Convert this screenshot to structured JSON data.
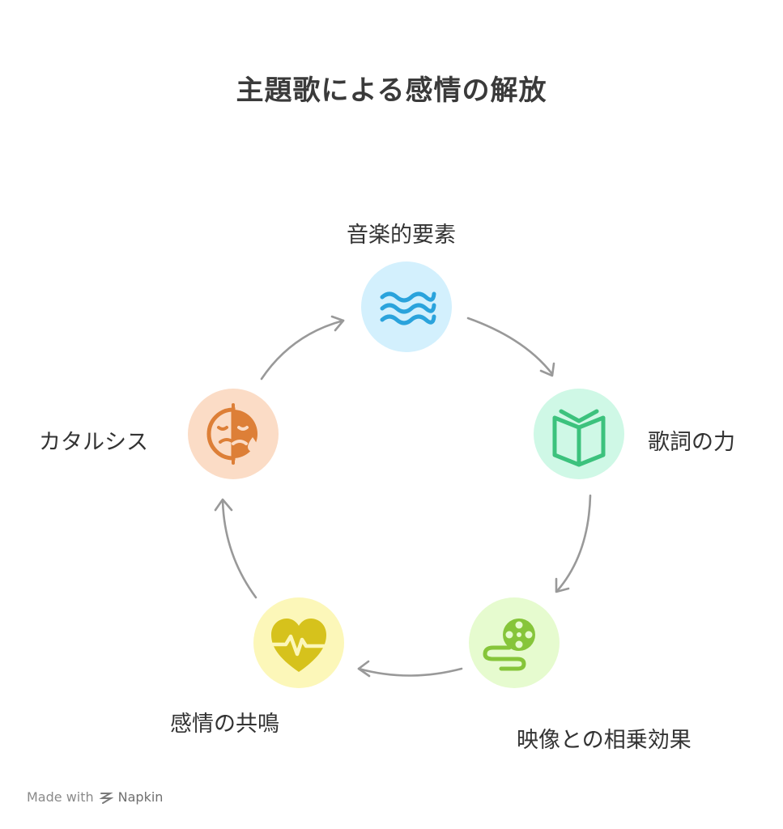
{
  "title": "主題歌による感情の解放",
  "nodes": {
    "music": {
      "label": "音楽的要素",
      "icon": "waves-icon",
      "color": "#d3f0fd",
      "icon_color": "#2aa3dc"
    },
    "lyrics": {
      "label": "歌詞の力",
      "icon": "open-book-icon",
      "color": "#cff8e6",
      "icon_color": "#3cc27d"
    },
    "visual": {
      "label": "映像との相乗効果",
      "icon": "film-reel-icon",
      "color": "#e6fbcf",
      "icon_color": "#86c53a"
    },
    "emotion": {
      "label": "感情の共鳴",
      "icon": "heart-pulse-icon",
      "color": "#fcf7b9",
      "icon_color": "#d6c21c"
    },
    "catharsis": {
      "label": "カタルシス",
      "icon": "crying-face-icon",
      "color": "#fbdcc6",
      "icon_color": "#dd7f37"
    }
  },
  "footer": {
    "made_with": "Made with",
    "brand": "Napkin"
  }
}
